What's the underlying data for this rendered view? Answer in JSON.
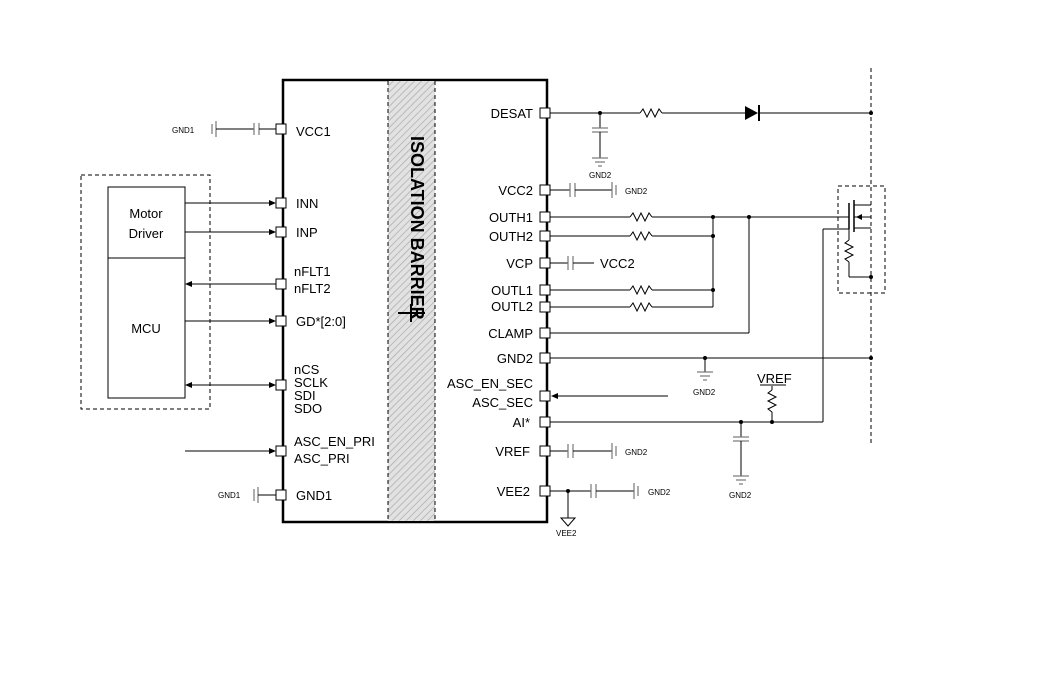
{
  "barrier_label": "ISOLATION BARRIER",
  "blocks": {
    "motor_driver_line1": "Motor",
    "motor_driver_line2": "Driver",
    "mcu": "MCU"
  },
  "left_pins": {
    "vcc1": "VCC1",
    "inn": "INN",
    "inp": "INP",
    "nflt1": "nFLT1",
    "nflt2": "nFLT2",
    "gd": "GD*[2:0]",
    "ncs": "nCS",
    "sclk": "SCLK",
    "sdi": "SDI",
    "sdo": "SDO",
    "asc_en_pri": "ASC_EN_PRI",
    "asc_pri": "ASC_PRI",
    "gnd1": "GND1"
  },
  "right_pins": {
    "desat": "DESAT",
    "vcc2": "VCC2",
    "outh1": "OUTH1",
    "outh2": "OUTH2",
    "vcp": "VCP",
    "outl1": "OUTL1",
    "outl2": "OUTL2",
    "clamp": "CLAMP",
    "gnd2": "GND2",
    "asc_en_sec": "ASC_EN_SEC",
    "asc_sec": "ASC_SEC",
    "ai": "AI*",
    "vref": "VREF",
    "vee2": "VEE2"
  },
  "net_labels": {
    "gnd1_top": "GND1",
    "gnd1_bottom": "GND1",
    "gnd2_desat": "GND2",
    "gnd2_vcc2": "GND2",
    "vcc2_vcp": "VCC2",
    "gnd2_main": "GND2",
    "vref_ext": "VREF",
    "gnd2_ai": "GND2",
    "gnd2_vref": "GND2",
    "gnd2_vee2": "GND2",
    "vee2_sym": "VEE2"
  }
}
